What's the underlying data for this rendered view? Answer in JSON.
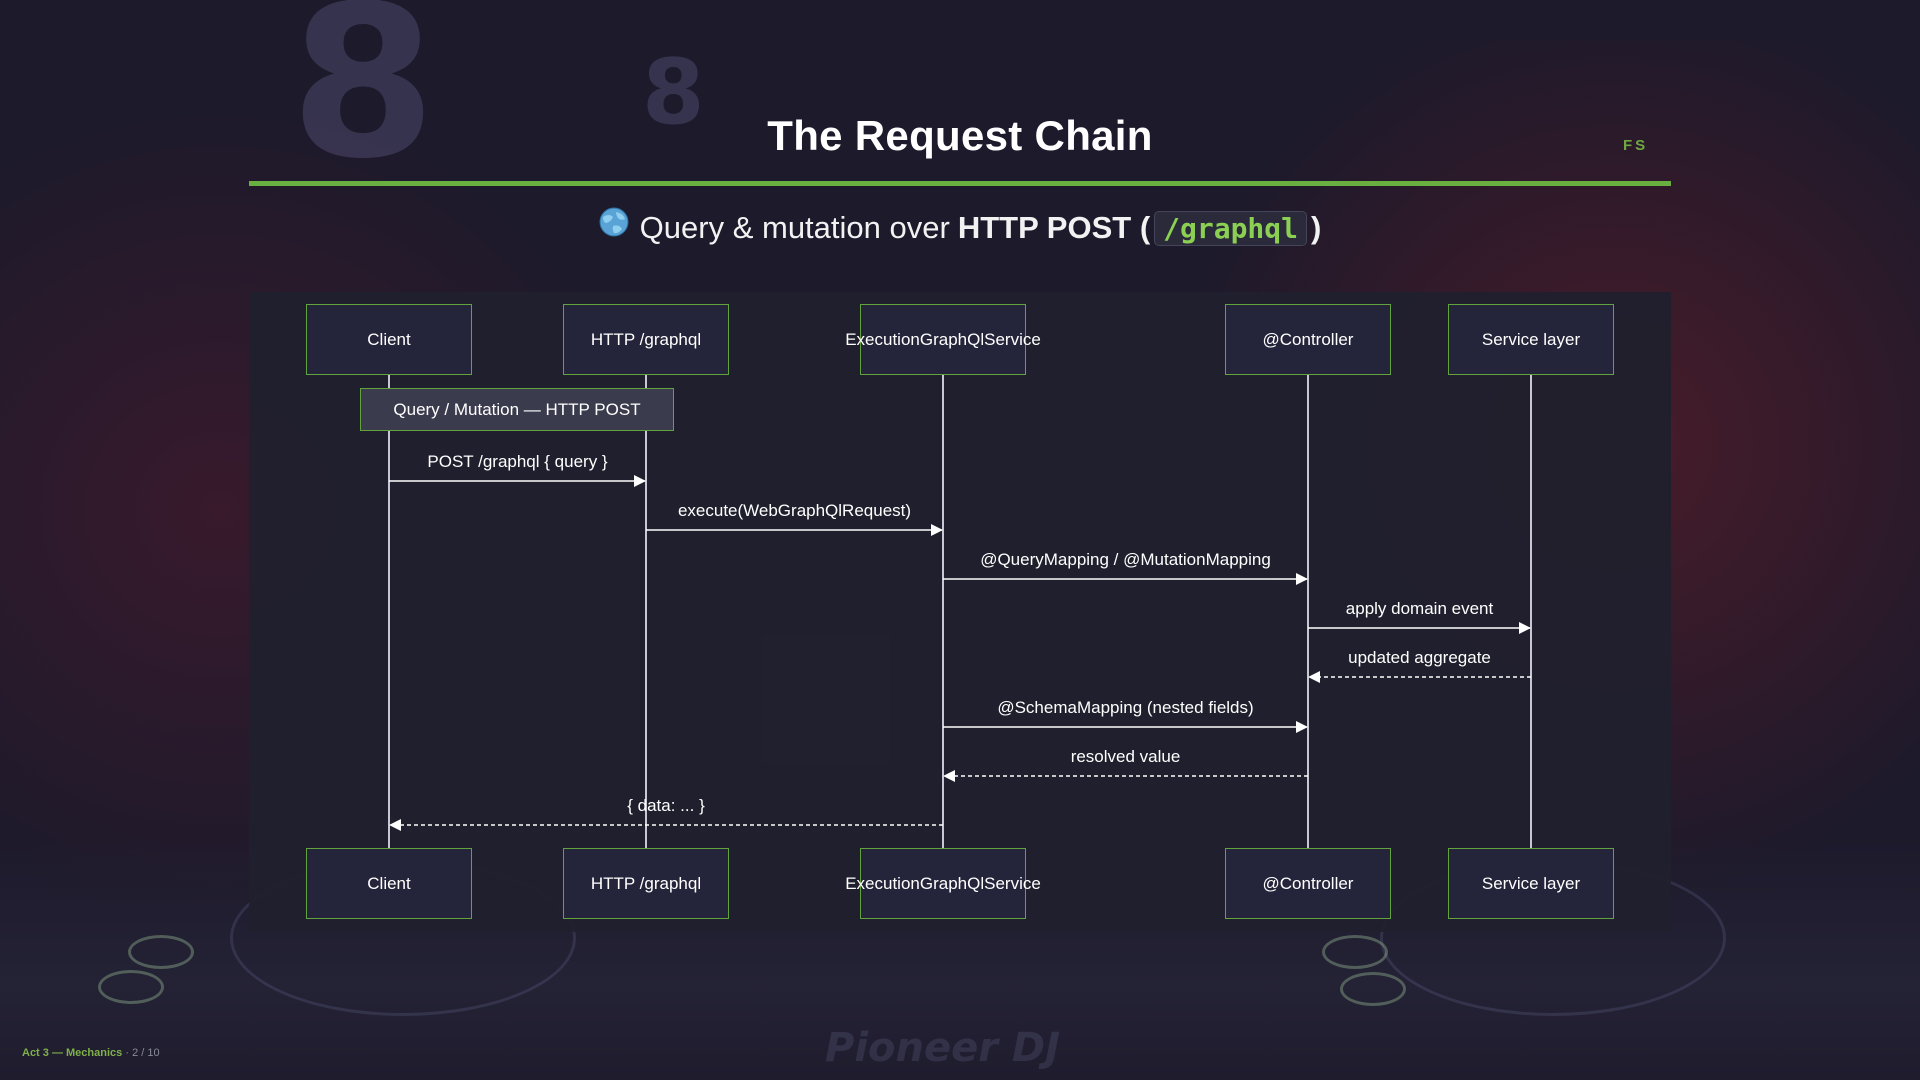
{
  "slide": {
    "title": "The Request Chain",
    "badge": "FS",
    "subtitle_prefix": "Query & mutation over",
    "subtitle_strong": "HTTP POST (",
    "subtitle_code": "/graphql",
    "subtitle_suffix": ")",
    "subtitle_icon": "globe-icon"
  },
  "diagram": {
    "participants": [
      "Client",
      "HTTP /graphql",
      "ExecutionGraphQlService",
      "@Controller",
      "Service layer"
    ],
    "note": "Query / Mutation — HTTP POST",
    "messages": [
      {
        "from": 0,
        "to": 1,
        "label": "POST /graphql { query }",
        "style": "solid"
      },
      {
        "from": 1,
        "to": 2,
        "label": "execute(WebGraphQlRequest)",
        "style": "solid"
      },
      {
        "from": 2,
        "to": 3,
        "label": "@QueryMapping / @MutationMapping",
        "style": "solid"
      },
      {
        "from": 3,
        "to": 4,
        "label": "apply domain event",
        "style": "solid"
      },
      {
        "from": 4,
        "to": 3,
        "label": "updated aggregate",
        "style": "dashed"
      },
      {
        "from": 2,
        "to": 3,
        "label": "@SchemaMapping (nested fields)",
        "style": "solid"
      },
      {
        "from": 3,
        "to": 2,
        "label": "resolved value",
        "style": "dashed"
      },
      {
        "from": 2,
        "to": 0,
        "label": "{ data: ... }",
        "style": "dashed"
      }
    ]
  },
  "footer": {
    "act": "Act 3 — Mechanics",
    "separator": "·",
    "page": "2 / 10"
  },
  "colors": {
    "accent": "#6ab040",
    "background": "#1c1a2b",
    "panel": "#20202e",
    "line": "#c8c8d4"
  }
}
